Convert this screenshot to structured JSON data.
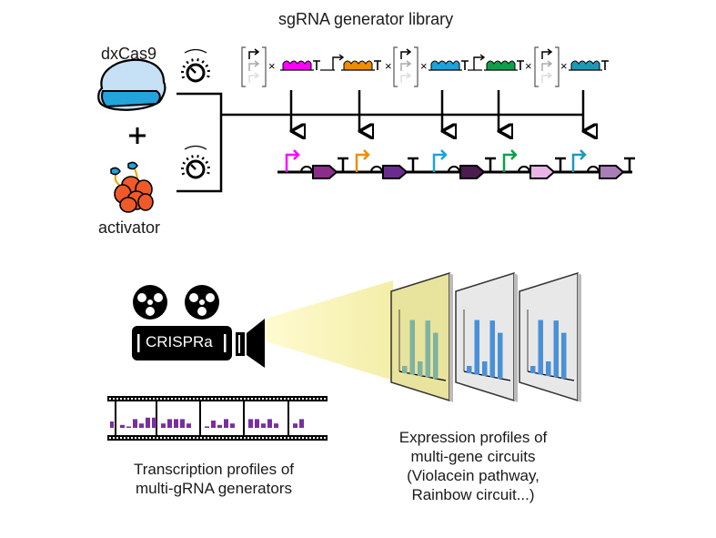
{
  "library": {
    "title": "sgRNA generator library",
    "times_symbol": "×",
    "grna_colors": [
      "#ff00ff",
      "#f08c00",
      "#1aa3dc",
      "#0ba14b",
      "#1a9ab8"
    ]
  },
  "inputs": {
    "dcas9_label": "dxCas9",
    "plus_label": "+",
    "activator_label": "activator"
  },
  "circuit": {
    "promoter_colors": [
      "#ff00ff",
      "#f08c00",
      "#1aa3dc",
      "#0ba14b",
      "#1a9ab8"
    ],
    "gene_colors": [
      "#8b2e8b",
      "#6a2d8f",
      "#4b1c4e",
      "#e6b5e6",
      "#a97db5"
    ]
  },
  "camera": {
    "label": "CRISPRa"
  },
  "film": {
    "bar_color": "#7a2ea0",
    "frames": [
      [
        0.2,
        0.0,
        0.6,
        0.3,
        0.7,
        0.7
      ],
      [
        0.3,
        0.6,
        0.6,
        0.6,
        0.3
      ],
      [
        0.1,
        0.5,
        0.2,
        0.6,
        0.3
      ],
      [
        0.6,
        0.6,
        0.3,
        0.6,
        0.3
      ],
      [
        0.3,
        0.6
      ]
    ]
  },
  "screens": {
    "bar_values": [
      0.1,
      0.75,
      0.2,
      0.78,
      0.63
    ],
    "highlighted_bar_color": "#7fb2a0",
    "bar_color": "#4a90d9"
  },
  "captions": {
    "transcription": [
      "Transcription profiles of",
      "multi-gRNA generators"
    ],
    "expression": [
      "Expression profiles of",
      "multi-gene circuits",
      "(Violacein pathway,",
      "Rainbow circuit...)"
    ]
  }
}
